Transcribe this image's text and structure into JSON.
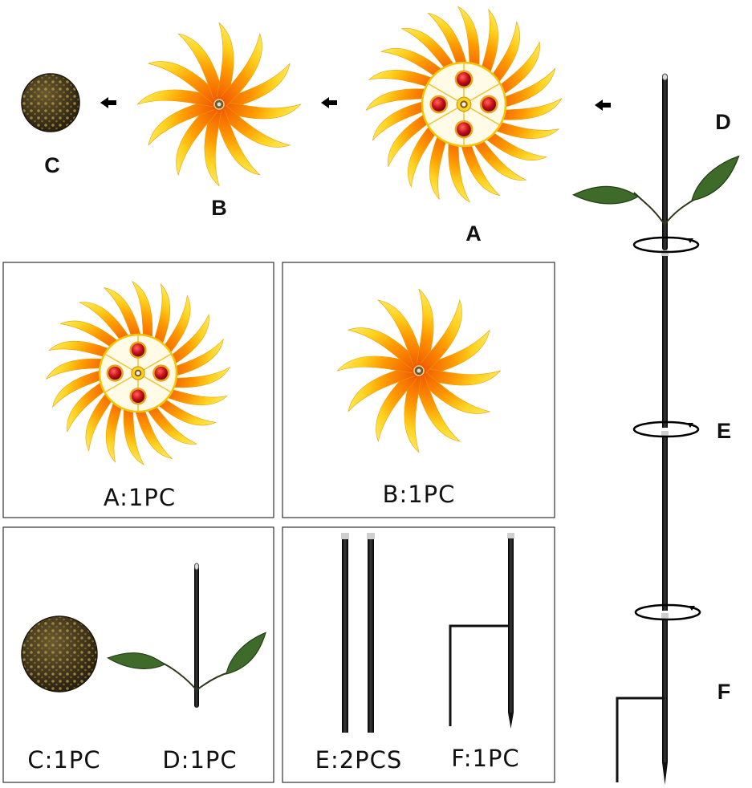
{
  "labels": {
    "a": "A",
    "b": "B",
    "c": "C",
    "d": "D",
    "e": "E",
    "f": "F"
  },
  "captions": {
    "a": "A:1PC",
    "b": "B:1PC",
    "c": "C:1PC",
    "d": "D:1PC",
    "e": "E:2PCS",
    "f": "F:1PC"
  },
  "colors": {
    "petal_tip": "#ffe14a",
    "petal_mid": "#ffb300",
    "petal_base": "#f25c05",
    "ring_fill": "#fffbe6",
    "gem_red": "#c8101a",
    "gem_rim": "#e8a21c",
    "cap_bronze": "#4a3d22",
    "cap_highlight": "#b59a4a",
    "leaf_green": "#3f6b2a",
    "leaf_vein": "#9cbf6d",
    "pole_black": "#111111",
    "arrow_black": "#000000"
  },
  "icons": {
    "large_wheel": "sunflower-pinwheel-large",
    "small_wheel": "pinwheel-small",
    "cap": "bronze-dome-cap",
    "top_stake": "leaf-stake",
    "rotate": "rotate-arrow-icon",
    "direction": "arrow-left-icon"
  }
}
